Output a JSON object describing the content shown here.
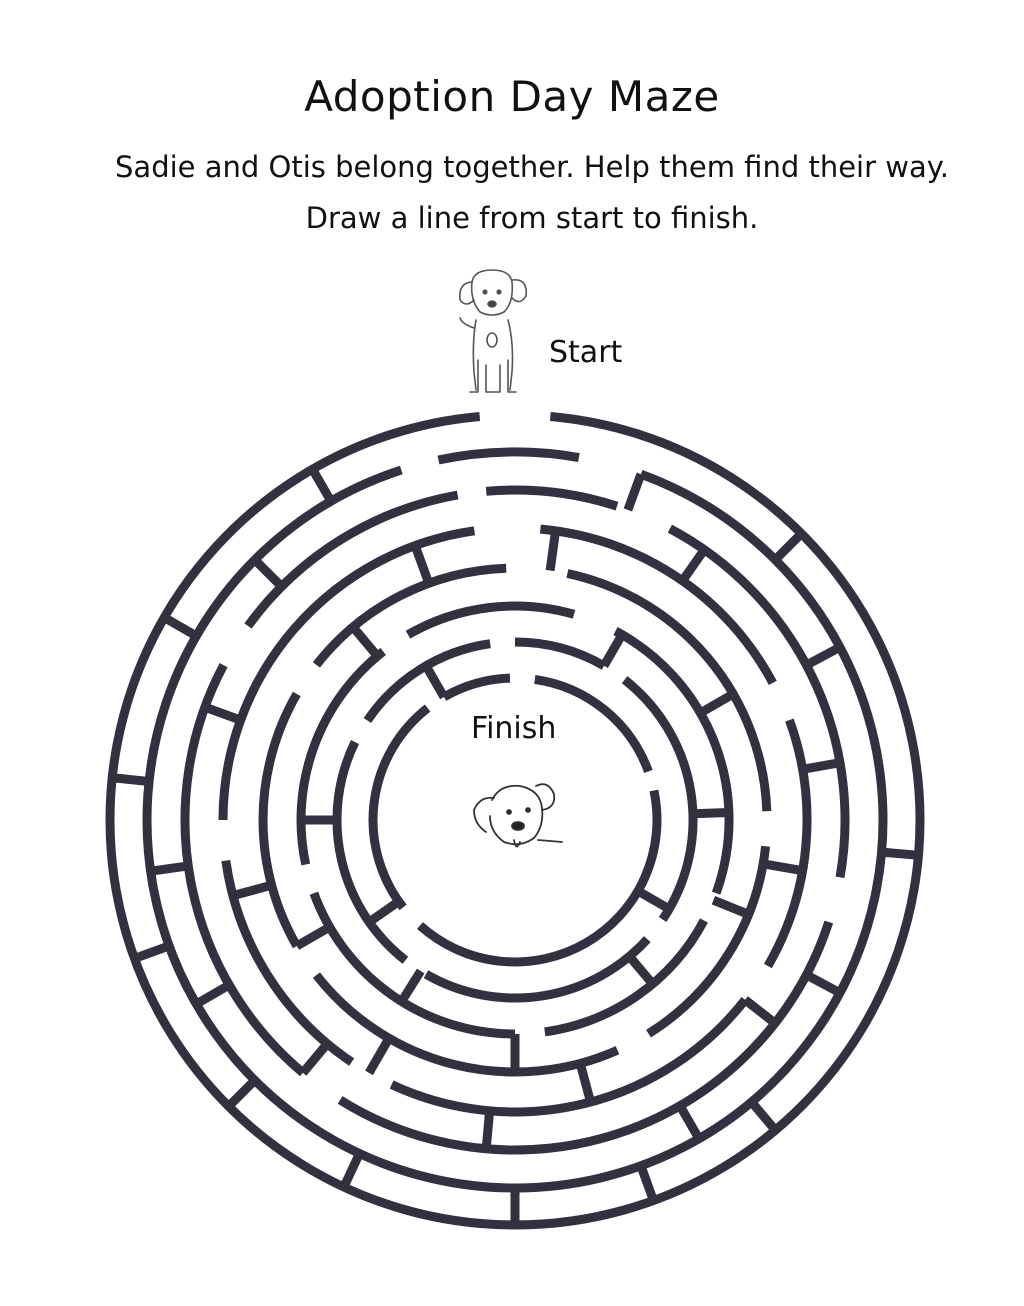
{
  "worksheet": {
    "title": "Adoption Day Maze",
    "instructions": "Sadie and Otis belong together. Help them find their way. Draw a line from start to finish."
  },
  "maze": {
    "start_label": "Start",
    "finish_label": "Finish",
    "wall_color": "#33303f",
    "start_character": "standing-puppy-sadie",
    "finish_character": "puppy-head-otis"
  }
}
